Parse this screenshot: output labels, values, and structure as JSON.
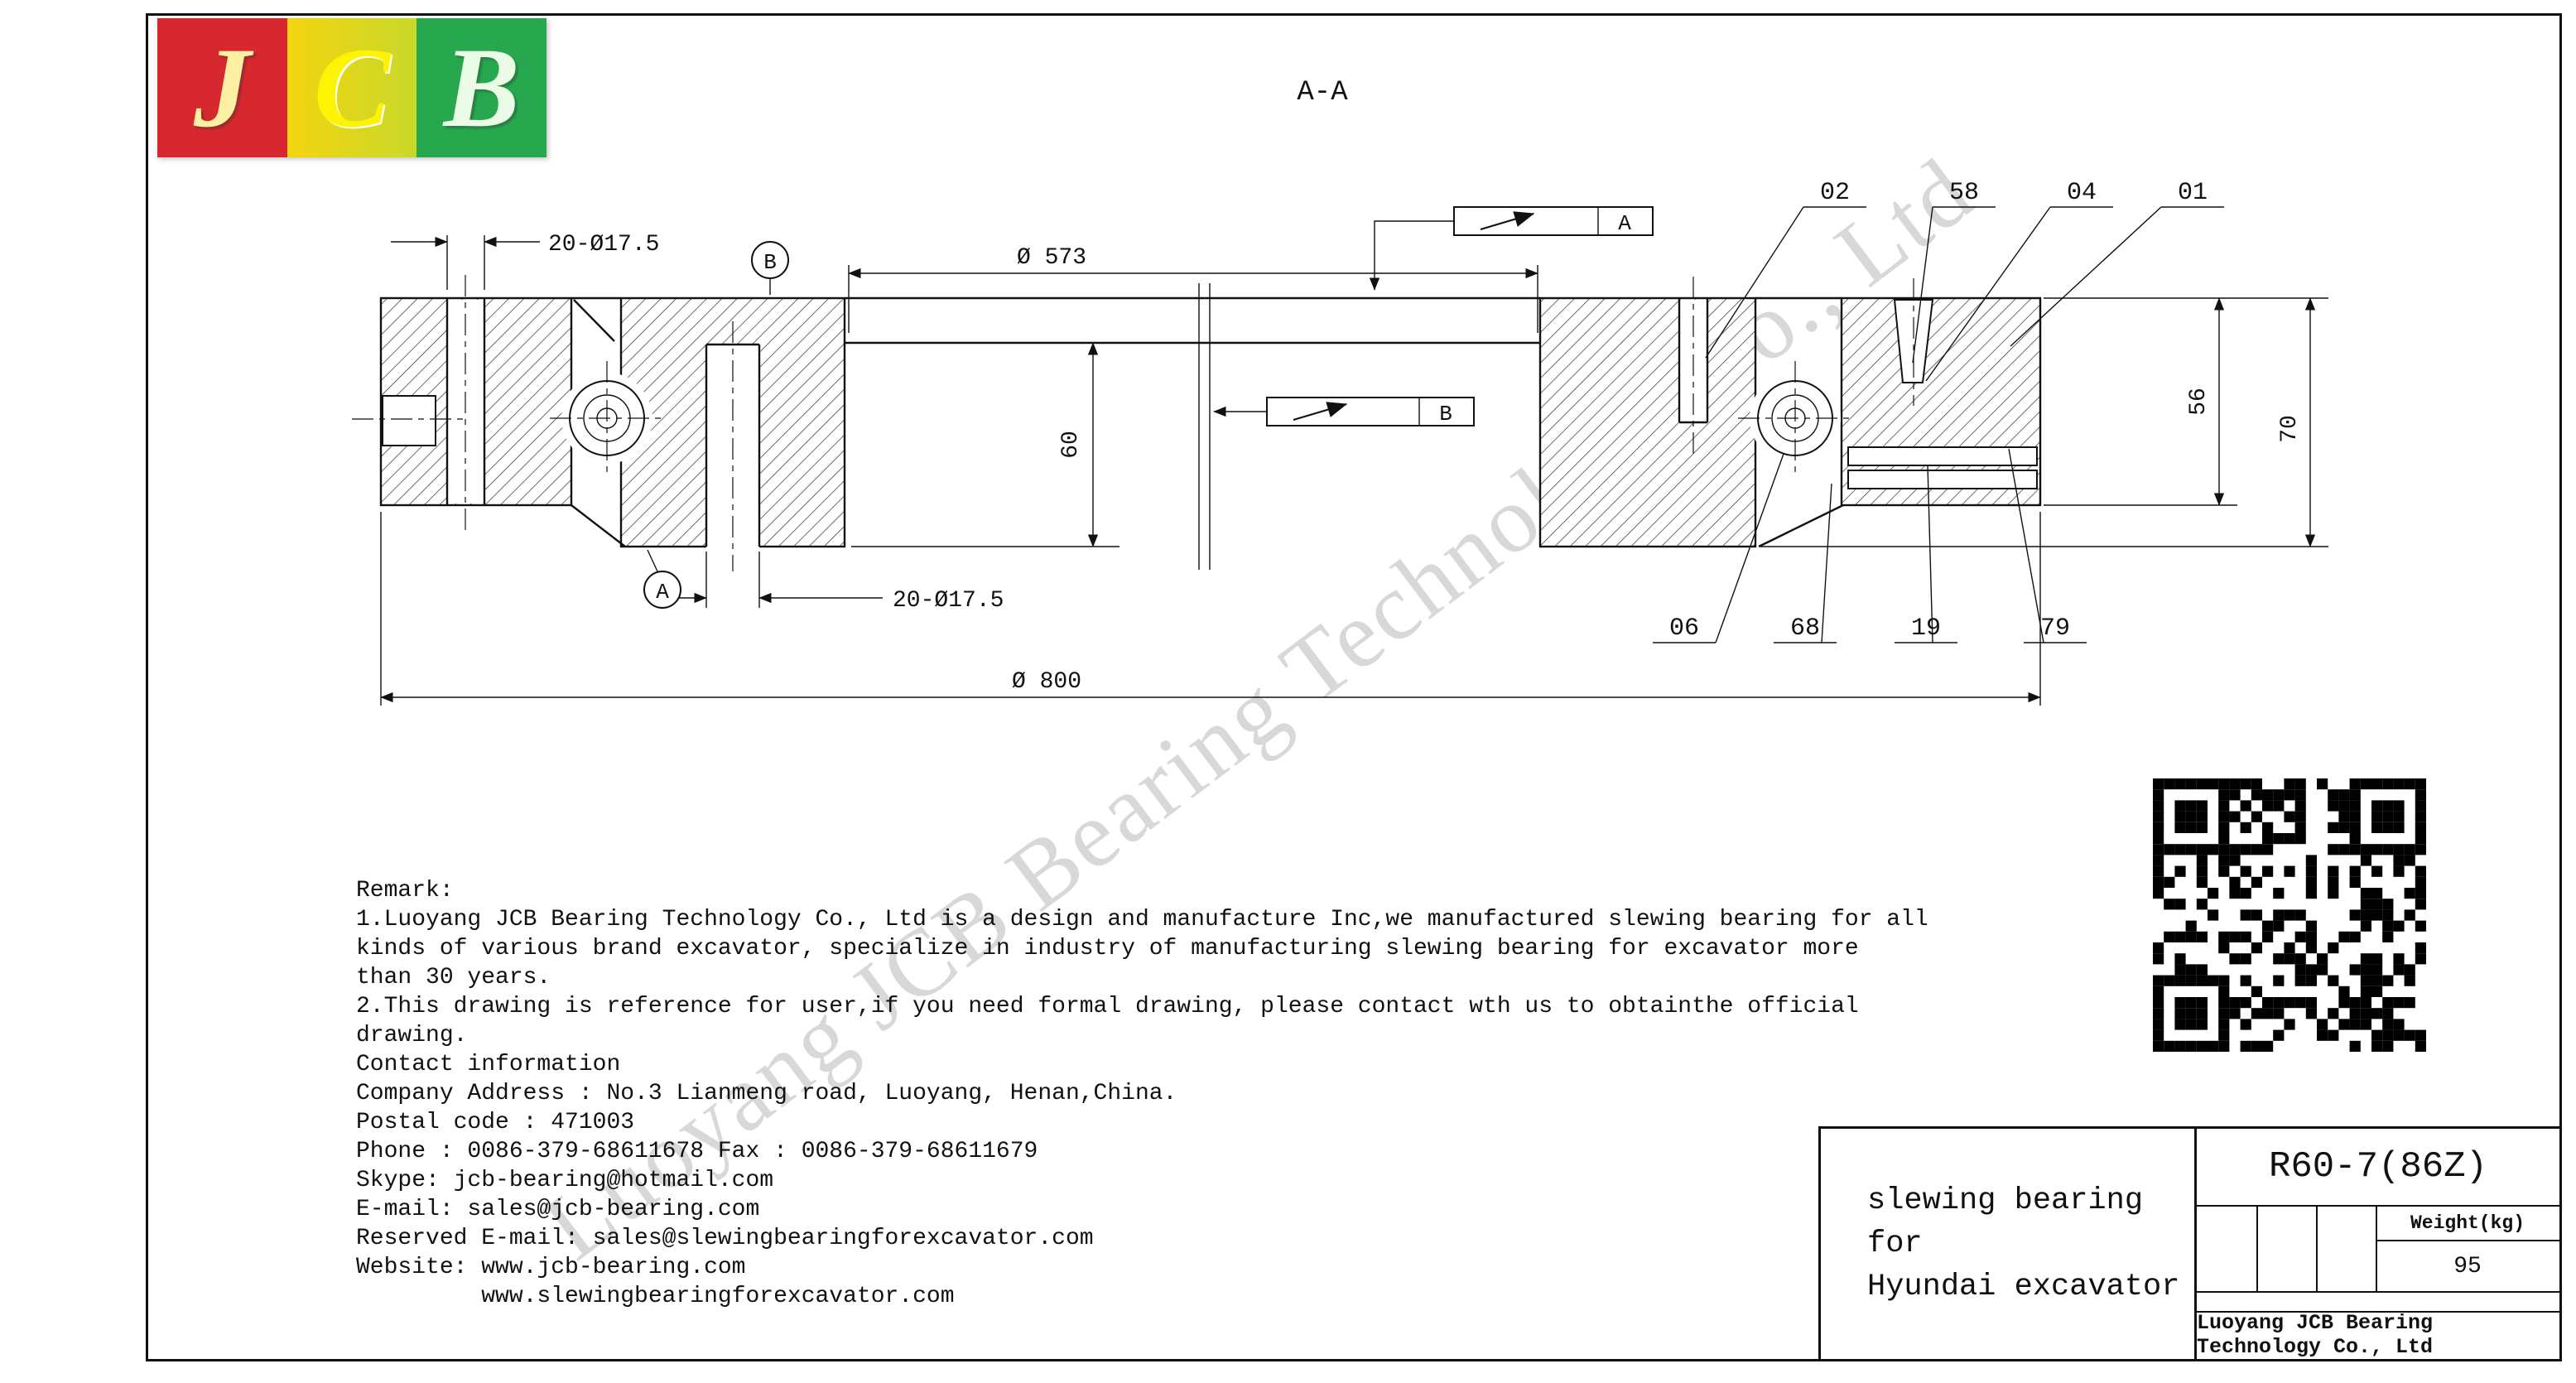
{
  "logo": {
    "letters": [
      "J",
      "C",
      "B"
    ]
  },
  "section_title": "A-A",
  "watermark": "Luoyang JCB Bearing Technology Co., Ltd",
  "drawing": {
    "dims": {
      "top_holes": "20-Ø17.5",
      "bottom_holes": "20-Ø17.5",
      "bore_dia": "Ø 573",
      "outer_dia": "Ø 800",
      "inner_height": "60",
      "outer_ring_height": "56",
      "total_height": "70"
    },
    "datum_targets": {
      "top": "B",
      "bottom": "A"
    },
    "view_flags": {
      "top": "A",
      "middle": "B"
    },
    "callouts": {
      "top": [
        "02",
        "58",
        "04",
        "01"
      ],
      "bottom": [
        "06",
        "68",
        "19",
        "79"
      ]
    }
  },
  "remark": {
    "lines": [
      "Remark:",
      "1.Luoyang JCB Bearing Technology Co., Ltd is a design and manufacture Inc,we manufactured slewing bearing for all",
      "kinds of various brand excavator, specialize in industry of manufacturing slewing bearing for excavator more",
      "than 30 years.",
      "2.This drawing is reference for user,if you need formal drawing, please contact wth us to obtainthe official",
      "drawing.",
      "Contact information",
      "Company Address : No.3 Lianmeng road, Luoyang, Henan,China.",
      "Postal code : 471003",
      "Phone : 0086-379-68611678 Fax : 0086-379-68611679",
      "Skype: jcb-bearing@hotmail.com",
      "E-mail: sales@jcb-bearing.com",
      "Reserved E-mail: sales@slewingbearingforexcavator.com",
      "Website: www.jcb-bearing.com",
      "         www.slewingbearingforexcavator.com"
    ]
  },
  "title_block": {
    "model": "R60-7(86Z)",
    "weight_label": "Weight(kg)",
    "weight_value": "95",
    "description_line1": "slewing bearing for",
    "description_line2": "Hyundai excavator",
    "company": "Luoyang JCB Bearing Technology Co., Ltd"
  }
}
